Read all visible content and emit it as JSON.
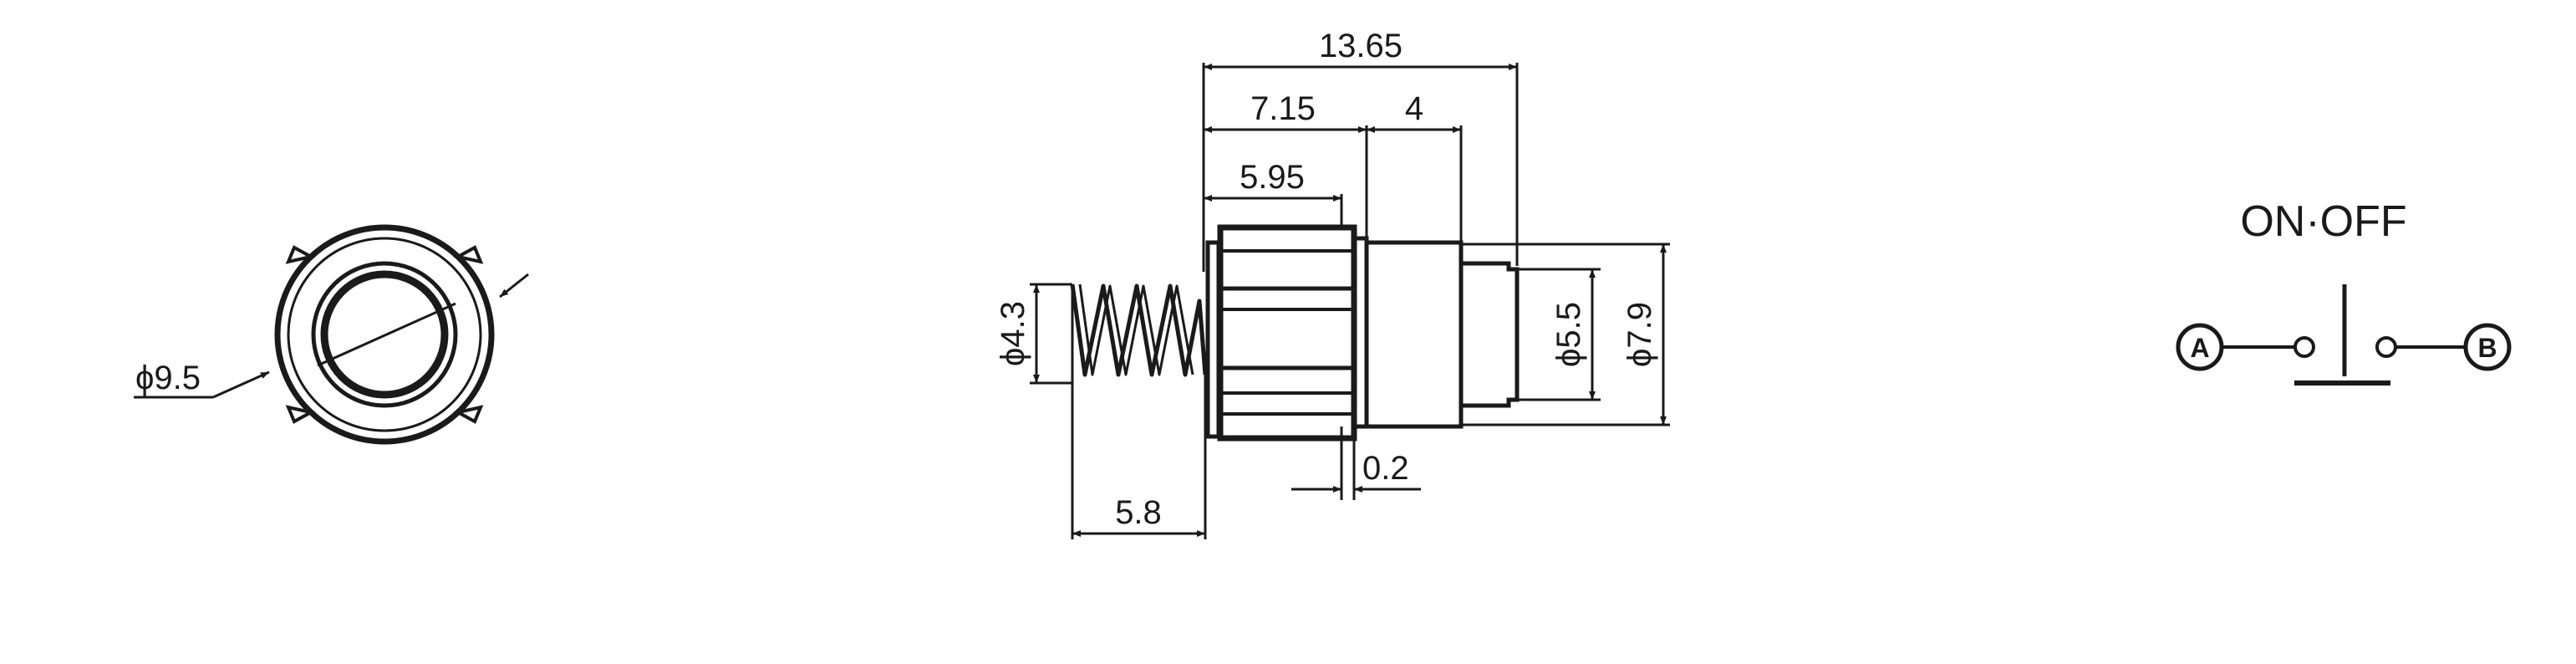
{
  "front_view": {
    "diameter_label": "ϕ9.5"
  },
  "side_view": {
    "dim_overall": "13.65",
    "dim_body": "7.15",
    "dim_cap": "4",
    "dim_nut": "5.95",
    "dim_spring_dia": "ϕ4.3",
    "dim_spring_len": "5.8",
    "dim_flange": "0.2",
    "dim_button_dia": "ϕ5.5",
    "dim_cap_dia": "ϕ7.9"
  },
  "schematic": {
    "title": "ON·OFF",
    "terminal_a": "A",
    "terminal_b": "B"
  }
}
